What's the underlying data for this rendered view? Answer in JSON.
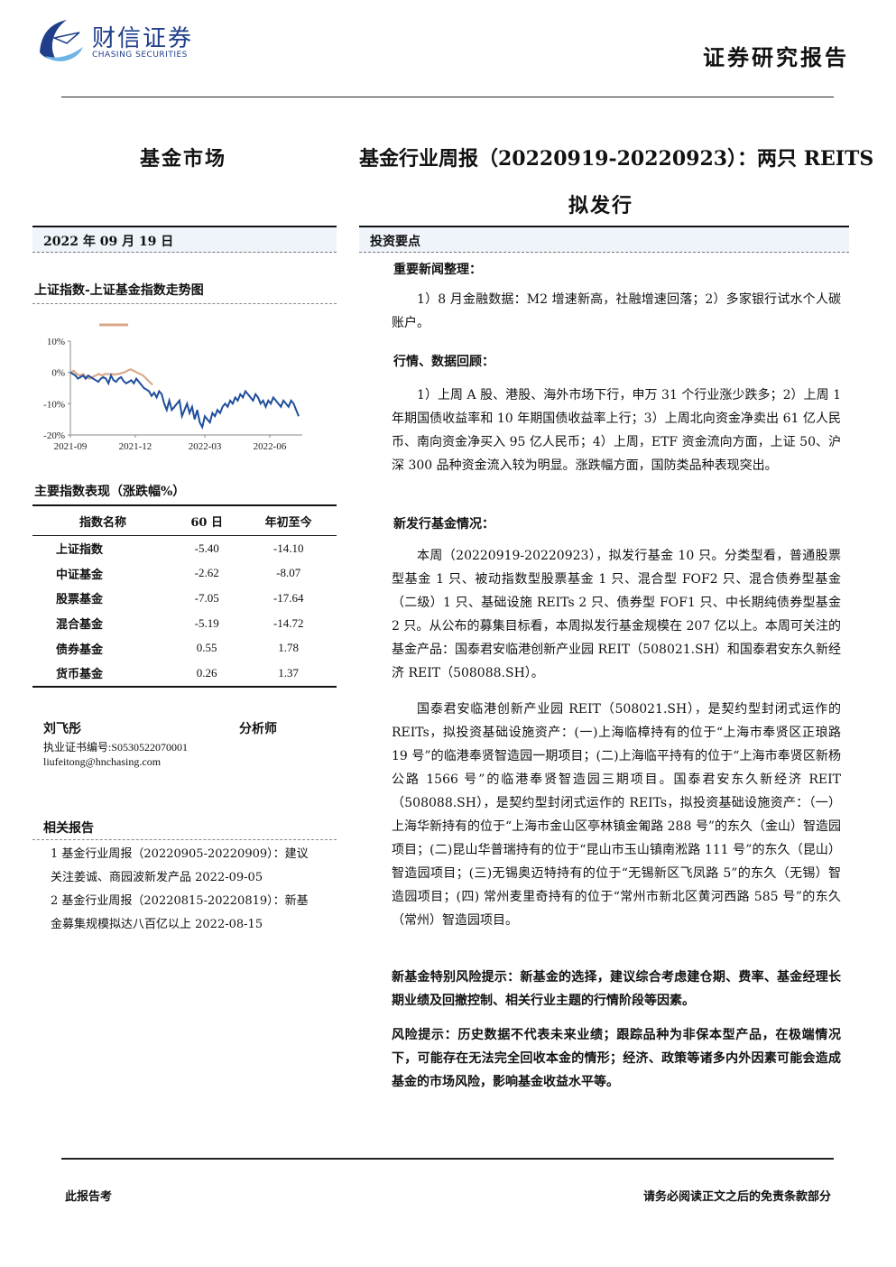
{
  "header": {
    "logo_cn": "财信证券",
    "logo_en": "CHASING SECURITIES",
    "report_type": "证券研究报告"
  },
  "title": {
    "section": "基金市场",
    "line1": "基金行业周报（20220919-20220923）：两只 REITS",
    "line2": "拟发行"
  },
  "date": "2022 年 09 月 19 日",
  "invest_points": "投资要点",
  "chart": {
    "heading": "上证指数-上证基金指数走势图"
  },
  "chart_data": {
    "type": "line",
    "x_ticks": [
      "2021-09",
      "2021-12",
      "2022-03",
      "2022-06"
    ],
    "y_ticks": [
      "10%",
      "0%",
      "-10%",
      "-20%"
    ],
    "ylim": [
      -20,
      10
    ],
    "colors": [
      "#d9a98a",
      "#1f4e9c"
    ],
    "series": [
      {
        "values": [
          0,
          0.5,
          -0.5,
          -1,
          -0.5,
          -1.5,
          -2,
          -1.5,
          -1,
          -0.5,
          -1,
          -0.5,
          -0.6,
          -0.5,
          -0.7,
          -0.5,
          -0.3,
          0,
          0.5,
          1,
          0.5,
          0,
          -0.5,
          -1,
          -2,
          -3,
          -4
        ]
      },
      {
        "values": [
          0,
          -0.5,
          -1,
          -2,
          -1.5,
          -1,
          -2,
          -1,
          -1.5,
          -2,
          -2.5,
          -3,
          -2,
          -1.5,
          -2,
          -3.5,
          -1,
          -2.5,
          -3,
          -2,
          -1.5,
          -2.8,
          -3.5,
          -3,
          -2.5,
          -3.5,
          -2,
          -3,
          -4,
          -5,
          -5.5,
          -6,
          -7.5,
          -6.5,
          -8,
          -6,
          -7,
          -10,
          -12,
          -9,
          -12,
          -11,
          -10,
          -9,
          -14,
          -12,
          -10,
          -13,
          -11,
          -15,
          -12,
          -16,
          -17.5,
          -14,
          -15,
          -16,
          -13,
          -14,
          -12,
          -13,
          -11,
          -10,
          -11,
          -9,
          -10,
          -8,
          -9,
          -7,
          -8,
          -6,
          -7,
          -8,
          -9,
          -7,
          -8,
          -10,
          -9,
          -11,
          -9,
          -10,
          -8,
          -9,
          -10,
          -11,
          -9,
          -10,
          -11,
          -9,
          -10,
          -12,
          -14
        ]
      }
    ]
  },
  "index_table": {
    "heading": "主要指数表现（涨跌幅%）",
    "columns": [
      "指数名称",
      "60 日",
      "年初至今"
    ],
    "rows": [
      {
        "name": "上证指数",
        "d60": "-5.40",
        "ytd": "-14.10"
      },
      {
        "name": "中证基金",
        "d60": "-2.62",
        "ytd": "-8.07"
      },
      {
        "name": "股票基金",
        "d60": "-7.05",
        "ytd": "-17.64"
      },
      {
        "name": "混合基金",
        "d60": "-5.19",
        "ytd": "-14.72"
      },
      {
        "name": "债券基金",
        "d60": "0.55",
        "ytd": "1.78"
      },
      {
        "name": "货币基金",
        "d60": "0.26",
        "ytd": "1.37"
      }
    ]
  },
  "analyst": {
    "name": "刘飞彤",
    "role": "分析师",
    "cert": "执业证书编号:S0530522070001",
    "email": "liufeitong@hnchasing.com"
  },
  "related": {
    "heading": "相关报告",
    "items": [
      "1  基金行业周报（20220905-20220909）：建议关注姜诚、商园波新发产品 2022-09-05",
      "2  基金行业周报（20220815-20220819）：新基金募集规模拟达八百亿以上 2022-08-15"
    ]
  },
  "body": {
    "h_news": "重要新闻整理：",
    "p_news": "1）8 月金融数据：M2 增速新高，社融增速回落；2）多家银行试水个人碳账户。",
    "h_market": "行情、数据回顾：",
    "p_market": "1）上周 A 股、港股、海外市场下行，申万 31 个行业涨少跌多；2）上周 1 年期国债收益率和 10 年期国债收益率上行；3）上周北向资金净卖出 61 亿人民币、南向资金净买入 95 亿人民币；4）上周，ETF 资金流向方面，上证 50、沪深 300 品种资金流入较为明显。涨跌幅方面，国防类品种表现突出。",
    "h_new": "新发行基金情况：",
    "p_new1": "本周（20220919-20220923），拟发行基金 10 只。分类型看，普通股票型基金 1 只、被动指数型股票基金 1 只、混合型 FOF2 只、混合债券型基金（二级）1 只、基础设施 REITs 2 只、债券型 FOF1 只、中长期纯债券型基金 2 只。从公布的募集目标看，本周拟发行基金规模在 207 亿以上。本周可关注的基金产品：国泰君安临港创新产业园 REIT（508021.SH）和国泰君安东久新经济 REIT（508088.SH）。",
    "p_new2": "国泰君安临港创新产业园 REIT（508021.SH），是契约型封闭式运作的 REITs，拟投资基础设施资产：(一)上海临樟持有的位于“上海市奉贤区正琅路 19 号”的临港奉贤智造园一期项目；(二)上海临平持有的位于“上海市奉贤区新杨公路 1566 号”的临港奉贤智造园三期项目。国泰君安东久新经济 REIT（508088.SH），是契约型封闭式运作的 REITs，拟投资基础设施资产：（一）上海华新持有的位于“上海市金山区亭林镇金匍路 288 号”的东久（金山）智造园项目；(二)昆山华普瑞持有的位于“昆山市玉山镇南淞路 111 号”的东久（昆山）智造园项目；(三)无锡奥迈特持有的位于“无锡新区飞凤路 5”的东久（无锡）智造园项目；(四) 常州麦里奇持有的位于“常州市新北区黄河西路 585 号”的东久（常州）智造园项目。",
    "p_risk_new": "新基金特别风险提示：新基金的选择，建议综合考虑建仓期、费率、基金经理长期业绩及回撤控制、相关行业主题的行情阶段等因素。",
    "p_risk": "风险提示：历史数据不代表未来业绩；跟踪品种为非保本型产品，在极端情况下，可能存在无法完全回收本金的情形；经济、政策等诸多内外因素可能会造成基金的市场风险，影响基金收益水平等。"
  },
  "footer": {
    "left": "此报告考",
    "right": "请务必阅读正文之后的免责条款部分"
  }
}
